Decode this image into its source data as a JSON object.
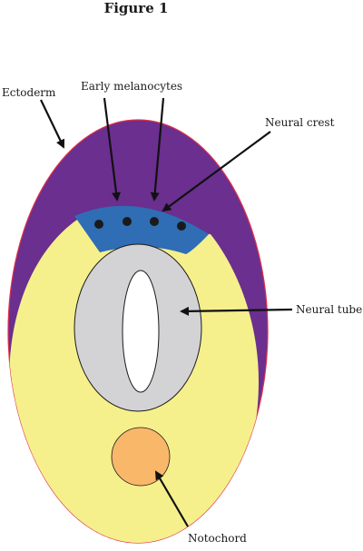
{
  "figure": {
    "title": "Figure 1",
    "labels": {
      "ectoderm": "Ectoderm",
      "early_melanocytes": "Early melanocytes",
      "neural_crest": "Neural crest",
      "neural_tube": "Neural tube",
      "notochord": "Notochord"
    },
    "colors": {
      "ectoderm": "#6a2f8f",
      "ectoderm_outline": "#e0304a",
      "body": "#f5f08c",
      "neural_crest": "#2f6db5",
      "neural_tube": "#d3d3d5",
      "lumen": "#ffffff",
      "notochord": "#f9b76a",
      "melanocyte": "#1a1a1a",
      "arrow": "#111111"
    }
  }
}
